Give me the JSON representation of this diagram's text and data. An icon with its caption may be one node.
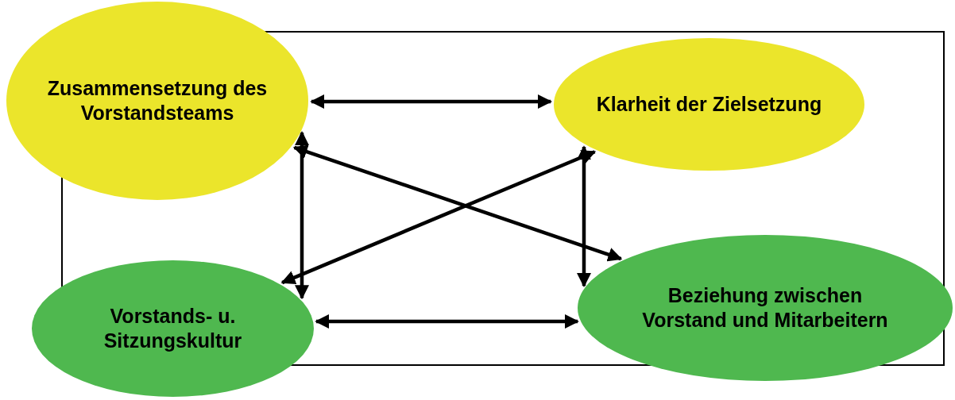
{
  "diagram": {
    "nodes": [
      {
        "text": [
          "Zusammensetzung des Vorstandsteams"
        ]
      },
      {
        "text": [
          "Klarheit der Zielsetzung"
        ]
      },
      {
        "text": [
          "Vorstands- u. Sitzungskultur"
        ]
      },
      {
        "text": [
          "Beziehung zwischen Vorstand und Mitarbeitern"
        ]
      }
    ],
    "edges": [
      {
        "from": 0,
        "to": 1,
        "arrow": "both"
      },
      {
        "from": 0,
        "to": 2,
        "arrow": "both"
      },
      {
        "from": 0,
        "to": 3,
        "arrow": "both"
      },
      {
        "from": 2,
        "to": 1,
        "arrow": "both"
      },
      {
        "from": 1,
        "to": 3,
        "arrow": "both"
      },
      {
        "from": 2,
        "to": 3,
        "arrow": "both"
      }
    ]
  }
}
